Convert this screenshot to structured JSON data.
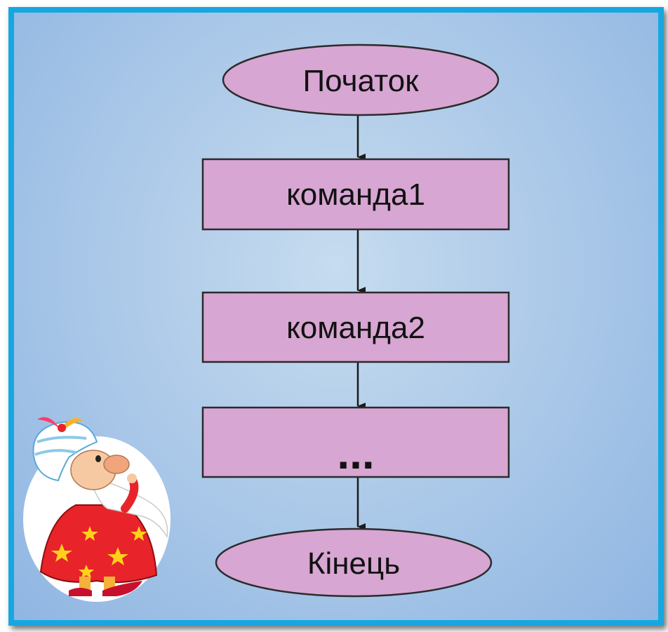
{
  "diagram": {
    "type": "flowchart",
    "nodes": [
      {
        "id": "start",
        "shape": "ellipse",
        "label": "Початок"
      },
      {
        "id": "cmd1",
        "shape": "rectangle",
        "label": "команда1"
      },
      {
        "id": "cmd2",
        "shape": "rectangle",
        "label": "команда2"
      },
      {
        "id": "more",
        "shape": "rectangle",
        "label": "..."
      },
      {
        "id": "end",
        "shape": "ellipse",
        "label": "Кінець"
      }
    ],
    "edges": [
      {
        "from": "start",
        "to": "cmd1"
      },
      {
        "from": "cmd1",
        "to": "cmd2"
      },
      {
        "from": "cmd2",
        "to": "more"
      },
      {
        "from": "more",
        "to": "end"
      }
    ]
  },
  "colors": {
    "frame_border": "#17a7e0",
    "background": "#a8c6e8",
    "node_fill": "#d7a6d2",
    "node_stroke": "#2b2b2b",
    "arrow": "#1a1a1a"
  },
  "decoration": {
    "mascot": "cartoon-wizard-icon"
  }
}
